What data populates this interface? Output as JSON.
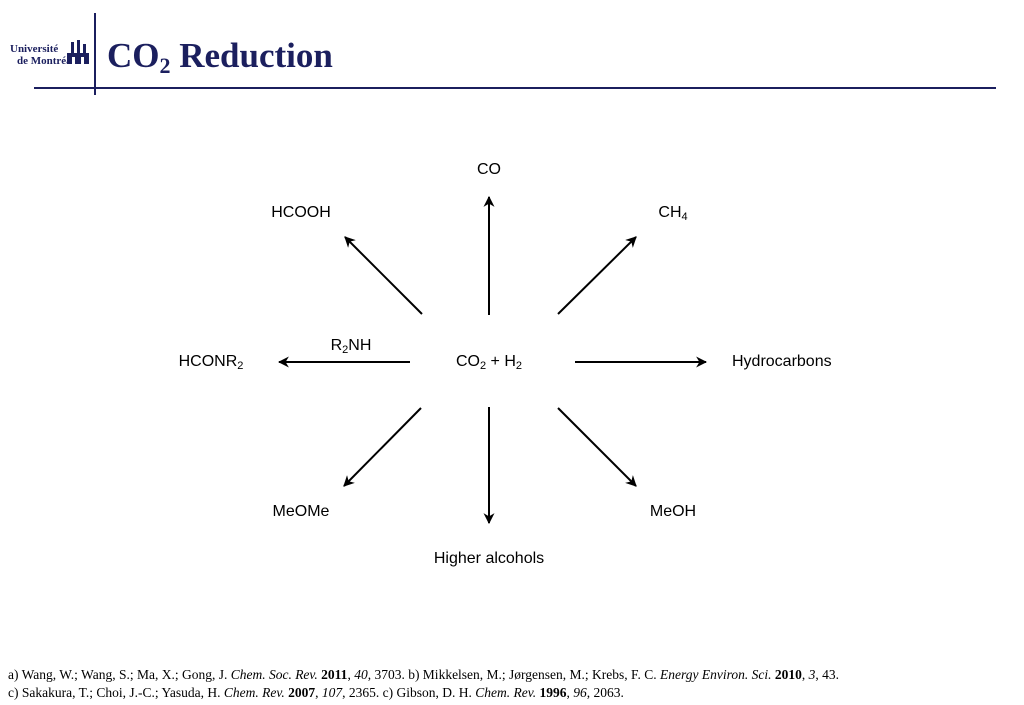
{
  "logo": {
    "line1": "Université",
    "line2": "de Montréal"
  },
  "title": {
    "main": "CO",
    "sub": "2",
    "rest": " Reduction"
  },
  "diagram": {
    "center": {
      "a": "CO",
      "a_sub": "2",
      "b": " + H",
      "b_sub": "2"
    },
    "co": "CO",
    "hcooh": "HCOOH",
    "ch4": {
      "main": "CH",
      "sub": "4"
    },
    "hconr2": {
      "main": "HCONR",
      "sub": "2"
    },
    "r2nh": {
      "a": "R",
      "a_sub": "2",
      "b": "NH"
    },
    "hydrocarbons": "Hydrocarbons",
    "meome": "MeOMe",
    "meoh": "MeOH",
    "higher_alcohols": "Higher alcohols"
  },
  "references": {
    "line1": [
      {
        "t": "a) Wang, W.; Wang, S.; Ma, X.; Gong, J. "
      },
      {
        "t": "Chem. Soc. Rev.",
        "s": "i"
      },
      {
        "t": " "
      },
      {
        "t": "2011",
        "s": "b"
      },
      {
        "t": ", "
      },
      {
        "t": "40",
        "s": "i"
      },
      {
        "t": ", 3703. b) Mikkelsen, M.; Jørgensen, M.; Krebs, F. C. "
      },
      {
        "t": "Energy Environ. Sci.",
        "s": "i"
      },
      {
        "t": " "
      },
      {
        "t": "2010",
        "s": "b"
      },
      {
        "t": ", "
      },
      {
        "t": "3",
        "s": "i"
      },
      {
        "t": ", 43."
      }
    ],
    "line2": [
      {
        "t": "c) Sakakura, T.; Choi, J.-C.; Yasuda, H. "
      },
      {
        "t": "Chem. Rev.",
        "s": "i"
      },
      {
        "t": " "
      },
      {
        "t": "2007",
        "s": "b"
      },
      {
        "t": ", "
      },
      {
        "t": "107",
        "s": "i"
      },
      {
        "t": ", 2365.  c) Gibson, D. H. "
      },
      {
        "t": "Chem. Rev.",
        "s": "i"
      },
      {
        "t": " "
      },
      {
        "t": "1996",
        "s": "b"
      },
      {
        "t": ", "
      },
      {
        "t": "96",
        "s": "i"
      },
      {
        "t": ", 2063."
      }
    ]
  },
  "colors": {
    "brand": "#1b1f5e",
    "text": "#000000"
  }
}
